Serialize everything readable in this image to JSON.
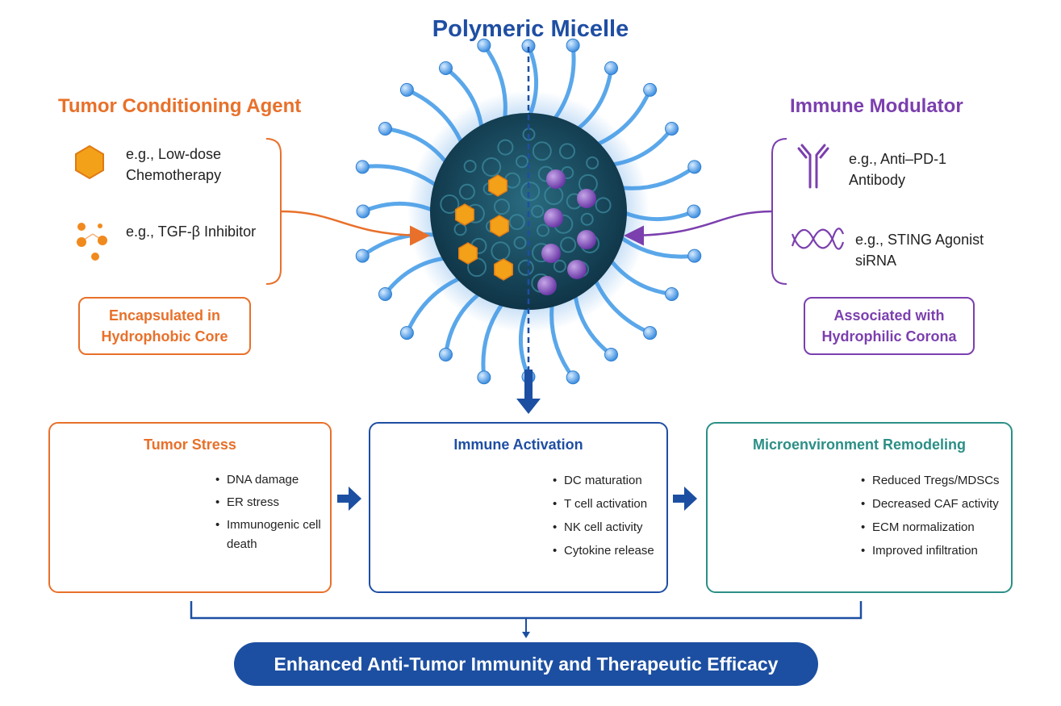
{
  "title": "Polymeric Micelle",
  "left": {
    "heading": "Tumor Conditioning Agent",
    "items": [
      {
        "icon": "hexagon-icon",
        "text": "e.g., Low-dose Chemotherapy"
      },
      {
        "icon": "molecule-dots-icon",
        "text": "e.g., TGF-β Inhibitor"
      }
    ],
    "tag": "Encapsulated in Hydrophobic Core"
  },
  "right": {
    "heading": "Immune Modulator",
    "items": [
      {
        "icon": "antibody-icon",
        "text": "e.g., Anti–PD-1 Antibody"
      },
      {
        "icon": "dna-helix-icon",
        "text": "e.g., STING Agonist siRNA"
      }
    ],
    "tag": "Associated with Hydrophilic Corona"
  },
  "panels": [
    {
      "title": "Tumor Stress",
      "bullets": [
        "DNA damage",
        "ER stress",
        "Immunogenic cell death"
      ]
    },
    {
      "title": "Immune Activation",
      "bullets": [
        "DC maturation",
        "T cell activation",
        "NK cell activity",
        "Cytokine release"
      ]
    },
    {
      "title": "Microenvironment Remodeling",
      "bullets": [
        "Reduced Tregs/MDSCs",
        "Decreased CAF activity",
        "ECM normalization",
        "Improved infiltration"
      ]
    }
  ],
  "outcome": "Enhanced Anti-Tumor Immunity and Therapeutic Efficacy",
  "colors": {
    "orange": "#e8702a",
    "purple": "#7b3fae",
    "blue": "#1f4ea3",
    "teal": "#2b8f86",
    "core": "#174a5e",
    "corona": "#4a9be0"
  }
}
